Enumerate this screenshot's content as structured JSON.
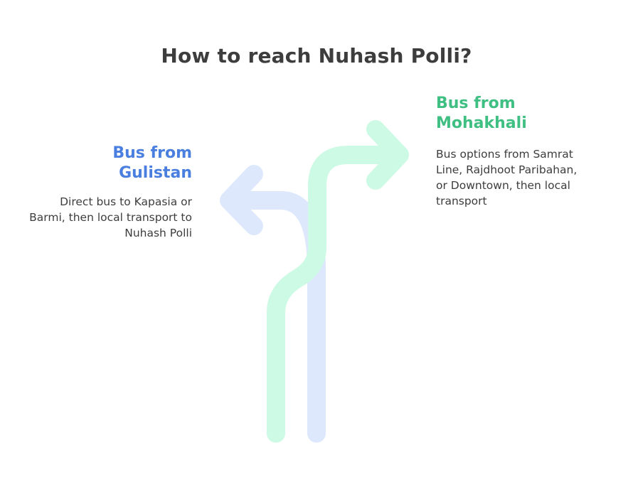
{
  "title": "How to reach Nuhash Polli?",
  "colors": {
    "left_accent": "#4a7fe0",
    "right_accent": "#3fbf82",
    "left_arrow": "#dde8fc",
    "right_arrow": "#cdfae4",
    "text": "#3d3d3d"
  },
  "options": [
    {
      "heading": "Bus from Gulistan",
      "description": "Direct bus to Kapasia or Barmi, then local transport to Nuhash Polli",
      "arrow_direction": "left"
    },
    {
      "heading": "Bus from Mohakhali",
      "description": "Bus options from Samrat Line, Rajdhoot Paribahan, or Downtown, then local transport",
      "arrow_direction": "right"
    }
  ]
}
